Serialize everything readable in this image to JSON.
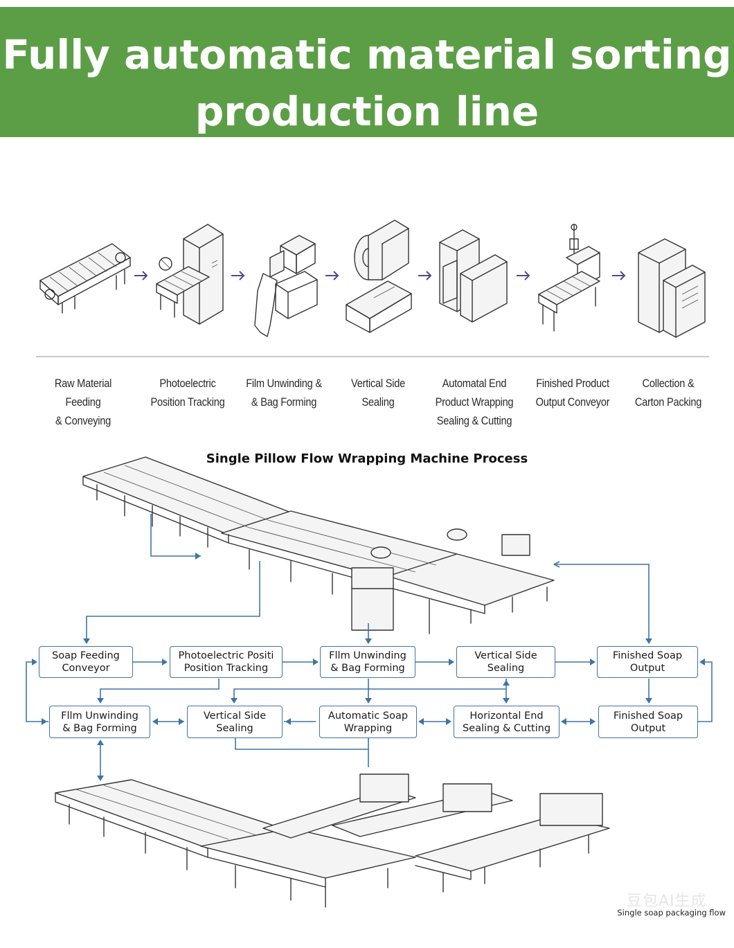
{
  "banner": {
    "title_line1": "Fully automatic material sorting",
    "title_line2": "production line",
    "color": "#5c9e46"
  },
  "steps": [
    {
      "label_line1": "Raw Material Feeding",
      "label_line2": "& Conveying",
      "label_line3": "",
      "icon": "belt-conveyor-icon"
    },
    {
      "label_line1": "Photoelectric",
      "label_line2": "Position Tracking",
      "label_line3": "",
      "icon": "photoelectric-sensor-station-icon"
    },
    {
      "label_line1": "Film Unwinding &",
      "label_line2": "& Bag Forming",
      "label_line3": "",
      "icon": "film-unwinding-icon"
    },
    {
      "label_line1": "Vertical Side",
      "label_line2": "Sealing",
      "label_line3": "",
      "icon": "film-roll-sealer-icon"
    },
    {
      "label_line1": "Automatal End",
      "label_line2": "Product Wrapping",
      "label_line3": "Sealing & Cutting",
      "icon": "end-sealer-icon"
    },
    {
      "label_line1": "Finished Product",
      "label_line2": "Output Conveyor",
      "label_line3": "",
      "icon": "output-conveyor-icon"
    },
    {
      "label_line1": "Collection &",
      "label_line2": "Carton Packing",
      "label_line3": "",
      "icon": "carton-box-icon"
    }
  ],
  "process_title": "Single Pillow Flow Wrapping Machine Process",
  "flow_row1": [
    {
      "line1": "Soap Feeding",
      "line2": "Conveyor"
    },
    {
      "line1": "Photoelectric Positi",
      "line2": "Position Tracking"
    },
    {
      "line1": "Fllm Unwinding",
      "line2": "& Bag Forming"
    },
    {
      "line1": "Vertical Side",
      "line2": "Sealing"
    },
    {
      "line1": "Finished Soap",
      "line2": "Output"
    }
  ],
  "flow_row2": [
    {
      "line1": "Fllm Unwinding",
      "line2": "& Bag Forming"
    },
    {
      "line1": "Vertical Side",
      "line2": "Sealing"
    },
    {
      "line1": "Automatic Soap",
      "line2": "Wrapping"
    },
    {
      "line1": "Horizontal End",
      "line2": "Sealing & Cutting"
    },
    {
      "line1": "Finished Soap",
      "line2": "Output"
    }
  ],
  "flow_color": "#3f74a6",
  "caption": "Single soap packaging flow",
  "watermark": "豆包AI生成"
}
